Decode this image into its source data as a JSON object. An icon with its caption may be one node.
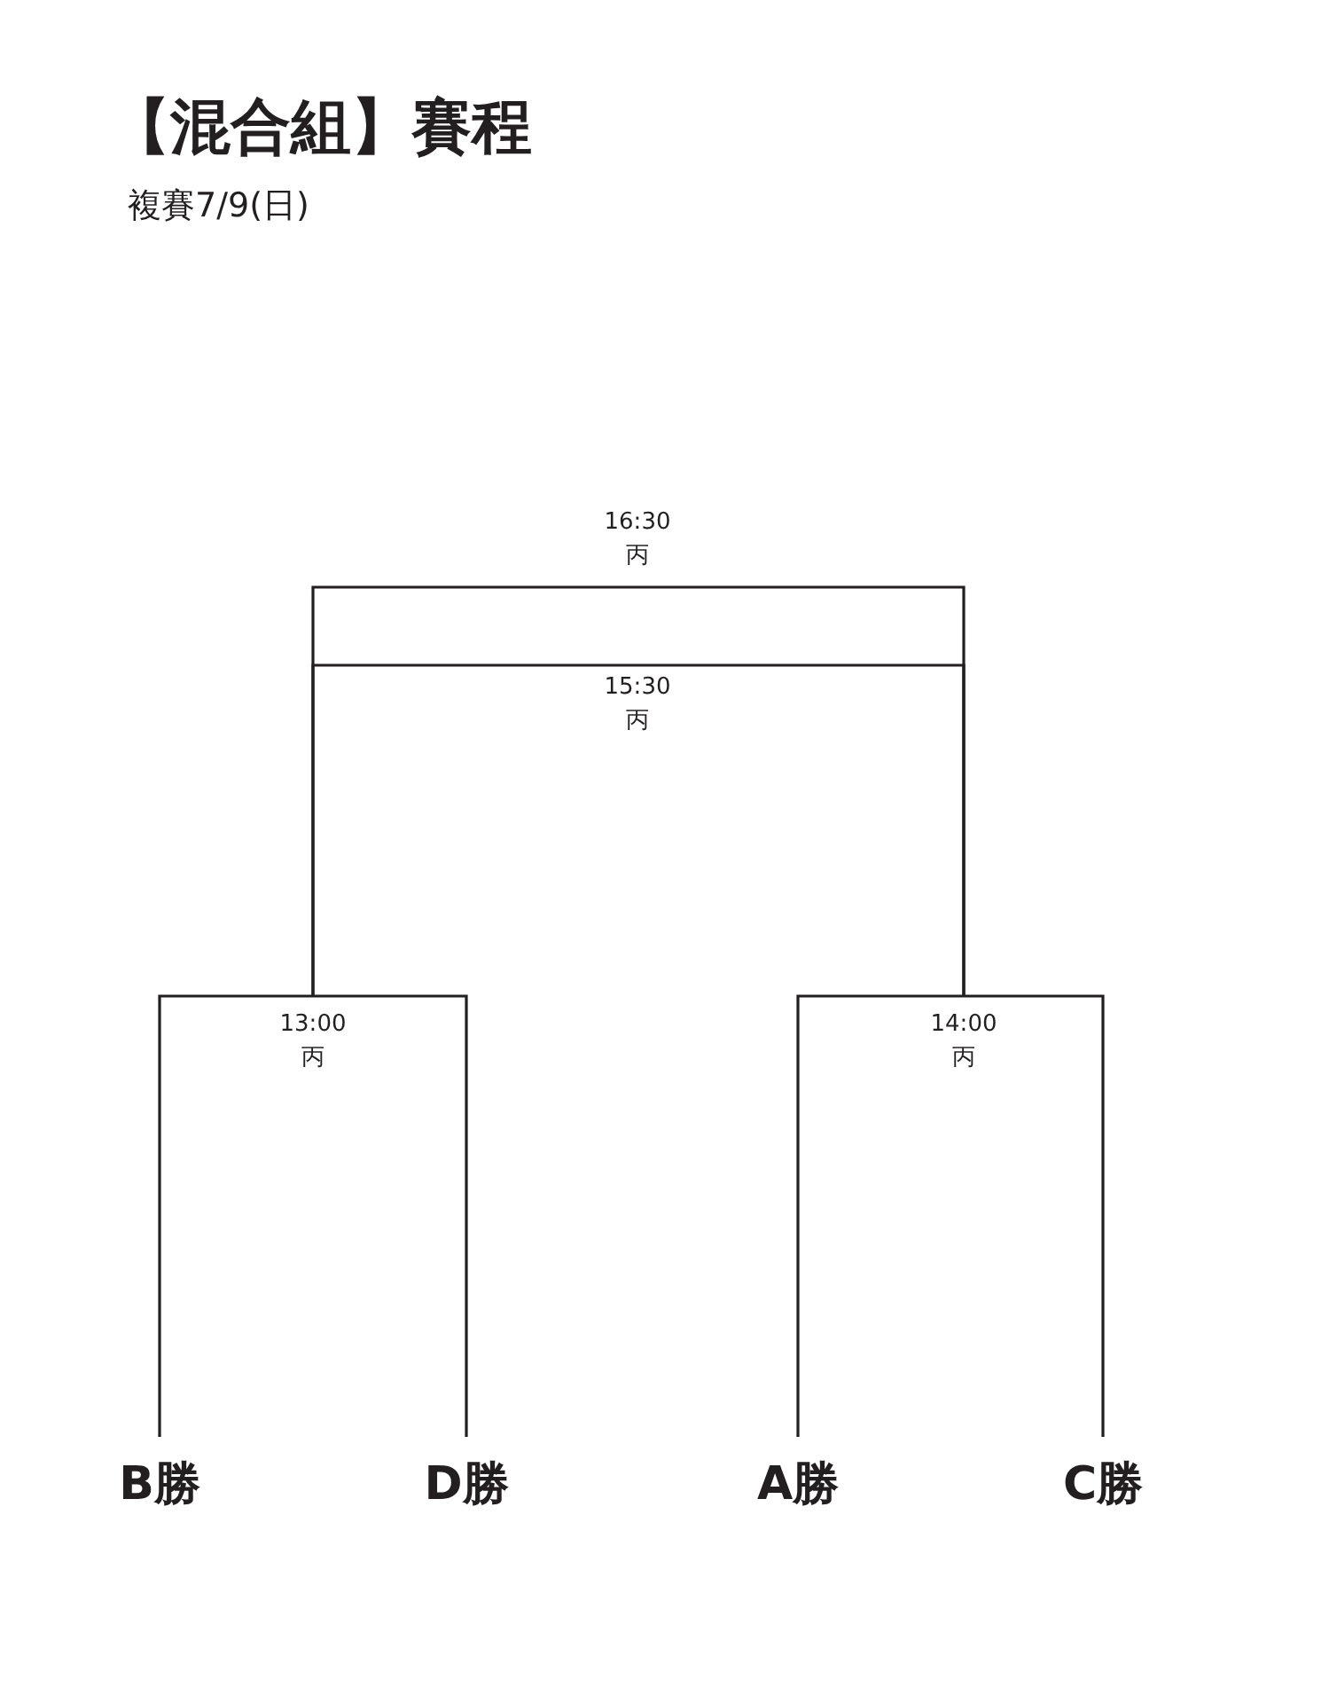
{
  "diagram": {
    "title": "【混合組】賽程",
    "nodes": [
      {
        "text": [
          "16:30 丙"
        ]
      },
      {
        "text": [
          "15:30 丙"
        ]
      },
      {
        "text": [
          "13:00 丙"
        ]
      },
      {
        "text": [
          "14:00 丙"
        ]
      },
      {
        "text": [
          "B勝"
        ]
      },
      {
        "text": [
          "D勝"
        ]
      },
      {
        "text": [
          "A勝"
        ]
      },
      {
        "text": [
          "C勝"
        ]
      }
    ],
    "edges": [
      {
        "from": 4,
        "to": 2,
        "arrow": "none"
      },
      {
        "from": 5,
        "to": 2,
        "arrow": "none"
      },
      {
        "from": 6,
        "to": 3,
        "arrow": "none"
      },
      {
        "from": 7,
        "to": 3,
        "arrow": "none"
      },
      {
        "from": 2,
        "to": 1,
        "arrow": "none"
      },
      {
        "from": 3,
        "to": 1,
        "arrow": "none"
      },
      {
        "from": 2,
        "to": 0,
        "arrow": "none"
      },
      {
        "from": 3,
        "to": 0,
        "arrow": "none"
      }
    ],
    "labels": [
      "複賽7/9(日)"
    ]
  }
}
